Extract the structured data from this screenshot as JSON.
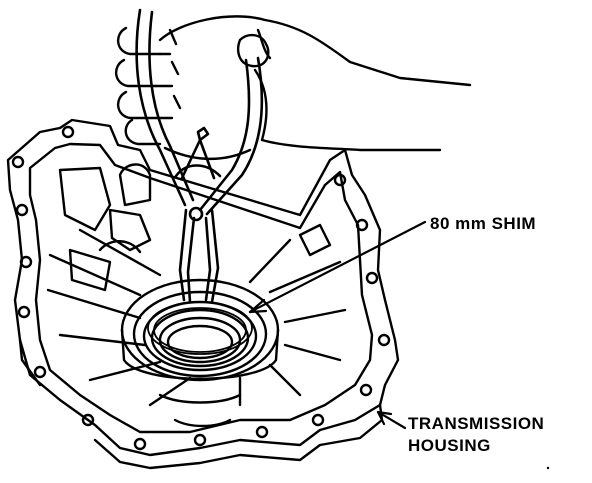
{
  "labels": {
    "shim": "80 mm SHIM",
    "housing_line1": "TRANSMISSION",
    "housing_line2": "HOUSING"
  }
}
